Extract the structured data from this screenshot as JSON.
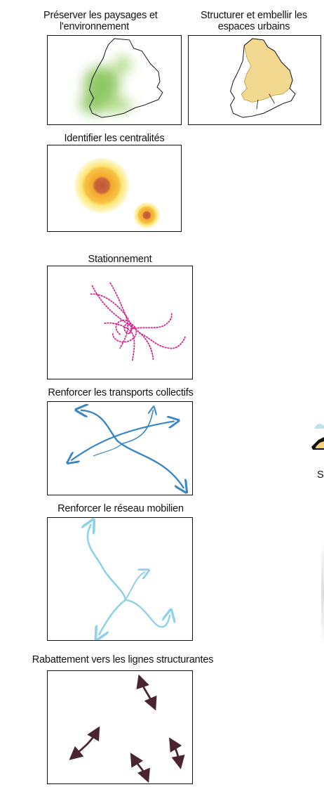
{
  "legend": {
    "preserve": {
      "title_line1": "Préserver les paysages et",
      "title_line2": "l'environnement"
    },
    "structure": {
      "title_line1": "Structurer et embellir les",
      "title_line2": "espaces urbains"
    },
    "centralities": {
      "title": "Identifier les centralités"
    },
    "parking": {
      "title": "Stationnement"
    },
    "transit": {
      "title": "Renforcer les transports collectifs"
    },
    "mobility": {
      "title": "Renforcer le réseau mobilien"
    },
    "feeder": {
      "title": "Rabattement vers les lignes structurantes"
    }
  },
  "edge_fragment": {
    "text": "S"
  },
  "colors": {
    "green": "#7cbf4a",
    "urban_yellow": "#f3d890",
    "centrality_outer": "#fdf08a",
    "centrality_mid": "#f6a82f",
    "centrality_core": "#c0553b",
    "parking_pink": "#d6268a",
    "transit_blue": "#3a86c2",
    "mobility_light_blue": "#8fd1e9",
    "feeder_brown": "#4a2530"
  }
}
